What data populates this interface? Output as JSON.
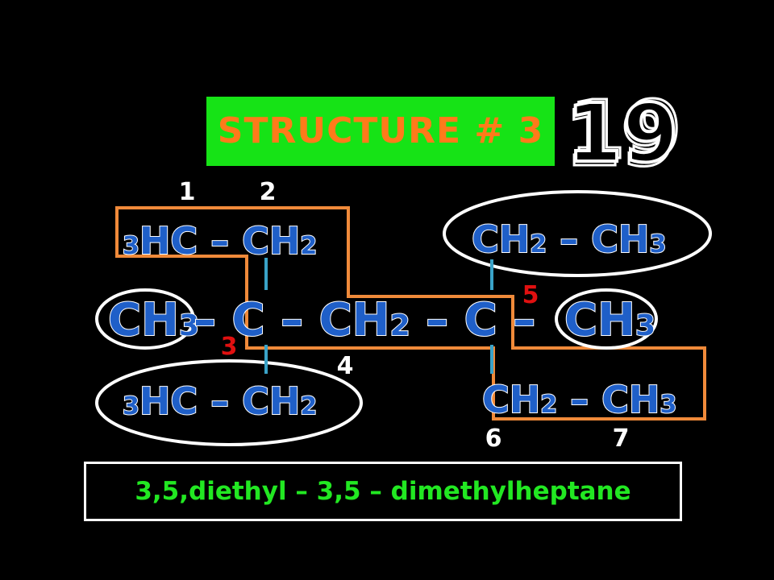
{
  "title": "STRUCTURE # 3",
  "answer": "3,5,diethyl – 3,5 – dimethylheptane",
  "timer": "19",
  "chain_numbers": [
    "1",
    "2",
    "3",
    "4",
    "5",
    "6",
    "7"
  ],
  "rows": {
    "top_left": [
      "3",
      "HC – CH",
      "2"
    ],
    "top_right": [
      "CH",
      "2",
      " – CH",
      "3"
    ],
    "main_left": [
      "CH",
      "3"
    ],
    "main_middle": [
      " – C – CH",
      "2",
      " – C – "
    ],
    "main_right": [
      "CH",
      "3"
    ],
    "bottom_left": [
      "3",
      "HC – CH",
      "2"
    ],
    "bottom_right": [
      "CH",
      "2",
      " – CH",
      "3"
    ]
  },
  "colors": {
    "background": "#000000",
    "title_bg": "#16e316",
    "title_text": "#ff7a1a",
    "formula_fill": "#1f5fc8",
    "formula_outline": "#ffffff",
    "chain_path": "#f08a3a",
    "bond_line": "#3aa3c8",
    "ellipse": "#ffffff",
    "number_white": "#ffffff",
    "number_red": "#e01010",
    "answer_text": "#22e822"
  }
}
